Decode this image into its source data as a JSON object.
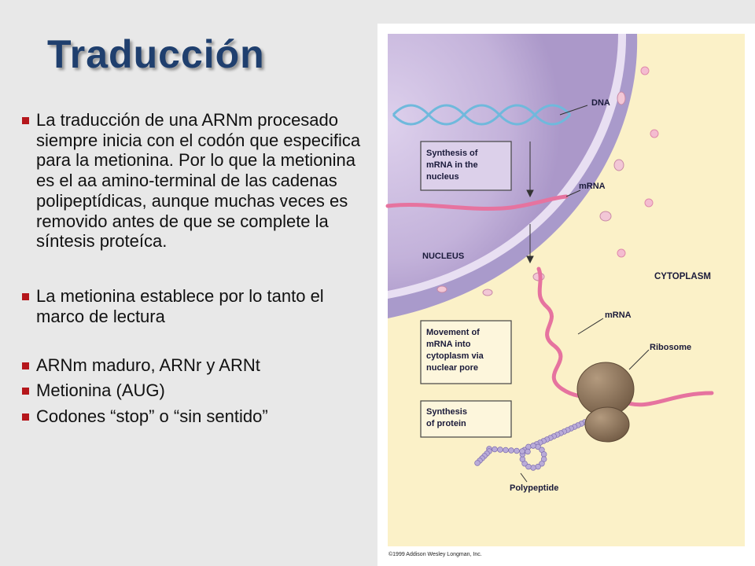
{
  "slide": {
    "title": "Traducción",
    "bullets": [
      "La traducción de una ARNm procesado siempre inicia con el codón que especifica para la metionina. Por lo que la metionina es el aa amino-terminal de las cadenas polipeptídicas, aunque muchas veces es removido antes de que se complete la síntesis proteíca.",
      "La metionina establece por lo tanto el marco de lectura",
      "ARNm maduro, ARNr y ARNt",
      "Metionina (AUG)",
      "Codones “stop” o “sin sentido”"
    ]
  },
  "figure": {
    "labels": {
      "dna": "DNA",
      "mrna_top": "mRNA",
      "nucleus": "NUCLEUS",
      "cytoplasm": "CYTOPLASM",
      "mrna_bottom": "mRNA",
      "ribosome": "Ribosome",
      "polypeptide": "Polypeptide"
    },
    "boxes": {
      "synthesis_mrna": [
        "Synthesis of",
        "mRNA in the",
        "nucleus"
      ],
      "movement": [
        "Movement of",
        "mRNA into",
        "cytoplasm via",
        "nuclear pore"
      ],
      "synthesis_protein": [
        "Synthesis",
        "of protein"
      ]
    },
    "copyright": "©1999 Addison Wesley Longman, Inc.",
    "colors": {
      "cytoplasm": "#fbf1c8",
      "nucleus": "#c6b6dc",
      "envelope": "#a99acb",
      "mrna": "#e6739f",
      "dna": "#6fb9dc",
      "ribosome": "#8a7158",
      "polypeptide": "#b9abd8",
      "bullet": "#b5161b",
      "title": "#1f3f6e"
    }
  }
}
